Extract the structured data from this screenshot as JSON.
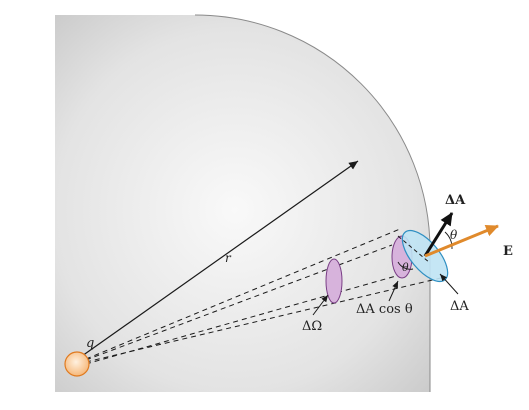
{
  "labels": {
    "charge": "q",
    "radius": "r",
    "solid_angle": "ΔΩ",
    "projected_area": "ΔA cos θ",
    "angle_left": "θ",
    "angle_right": "θ",
    "area_vector": "ΔA",
    "field": "E",
    "area": "ΔA"
  },
  "colors": {
    "sphere_light": "#f7f7f7",
    "sphere_dark": "#bdbdbd",
    "sphere_edge": "#8a8a8a",
    "charge_fill": "#fbd3a8",
    "charge_stroke": "#e07a1f",
    "purple_fill": "#d7b3dc",
    "purple_stroke": "#7a3f86",
    "blue_fill": "#bfe3f4",
    "blue_stroke": "#2f8fc2",
    "field_arrow": "#e08a2c",
    "ink": "#1a1a1a"
  }
}
